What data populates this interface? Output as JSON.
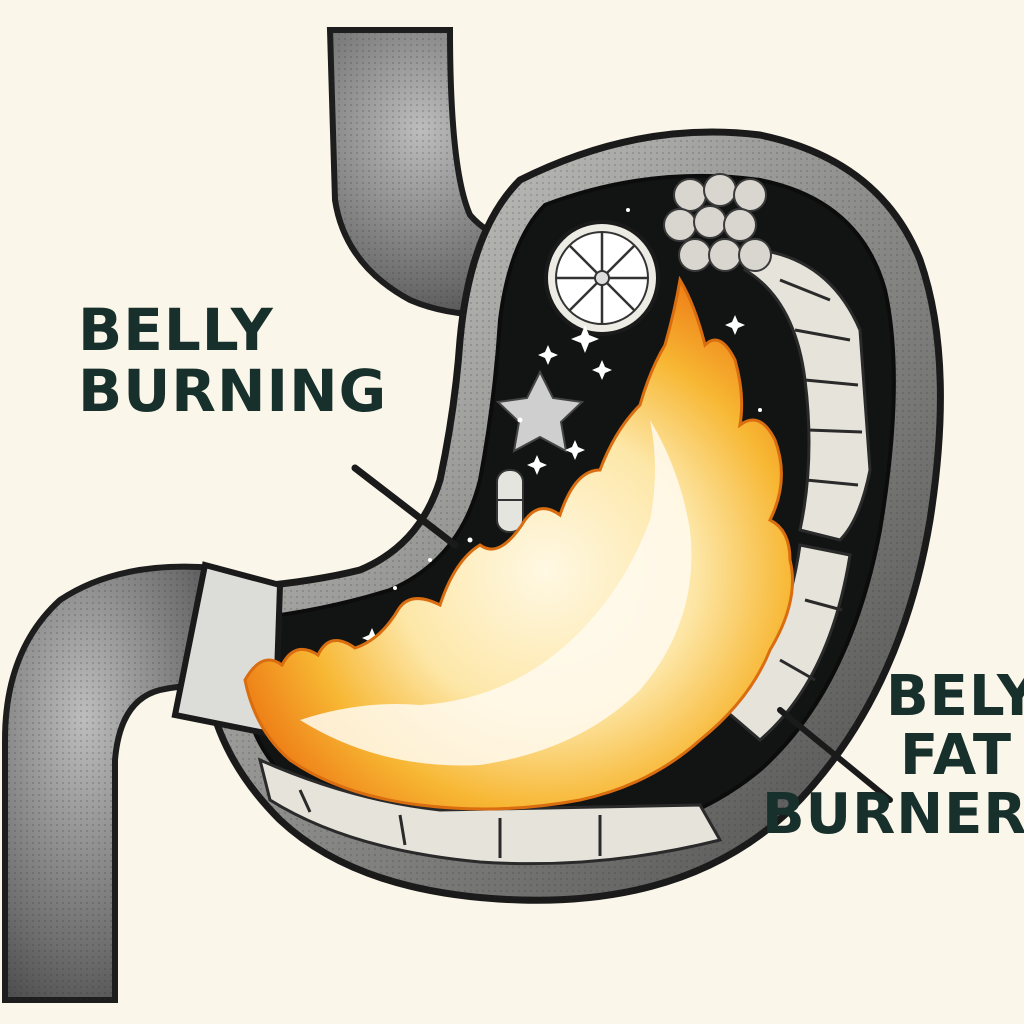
{
  "labels": {
    "left": {
      "line1": "BELLY",
      "line2": "BURNING"
    },
    "right": {
      "line1": "BELY",
      "line2": "FAT",
      "line3": "BURNER"
    }
  },
  "colors": {
    "background": "#fbf6ea",
    "ink": "#17302b",
    "tube": "#5a5a5a",
    "flame_outer": "#f08a1c",
    "flame_mid": "#f7b733",
    "flame_core": "#fff6d9",
    "cavity": "#121414"
  },
  "icons": [
    "citrus-slice-icon",
    "star-icon",
    "capsule-icon",
    "sparkle-icon",
    "fat-cells-icon",
    "flame-icon"
  ]
}
